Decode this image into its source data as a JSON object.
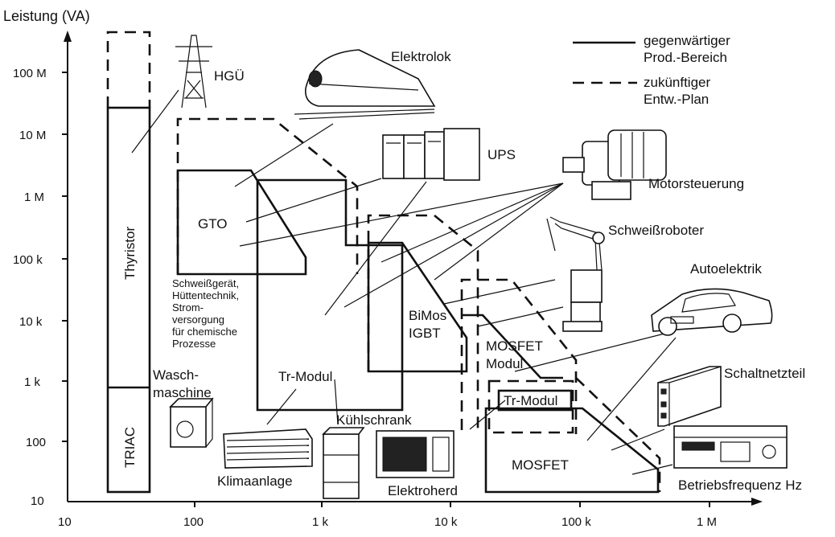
{
  "axes": {
    "y_label": "Leistung (VA)",
    "x_label": "Betriebsfrequenz Hz",
    "y_ticks": [
      "100 M",
      "10 M",
      "1 M",
      "100 k",
      "10 k",
      "1 k",
      "100",
      "10"
    ],
    "x_ticks": [
      "10",
      "100",
      "1 k",
      "10 k",
      "100 k",
      "1 M"
    ]
  },
  "legend": {
    "solid_line1": "gegenwärtiger",
    "solid_line2": "Prod.-Bereich",
    "dashed_line1": "zukünftiger",
    "dashed_line2": "Entw.-Plan"
  },
  "regions": {
    "thyristor": "Thyristor",
    "triac": "TRIAC",
    "gto": "GTO",
    "tr_modul": "Tr-Modul",
    "bimos1": "BiMos",
    "bimos2": "IGBT",
    "mosfet_modul1": "MOSFET",
    "mosfet_modul2": "Modul",
    "tr_modul_small": "Tr-Modul",
    "mosfet": "MOSFET"
  },
  "applications": {
    "hgu": "HGÜ",
    "elektrolok": "Elektrolok",
    "ups": "UPS",
    "motorsteuerung": "Motorsteuerung",
    "schweissroboter": "Schweißroboter",
    "autoelektrik": "Autoelektrik",
    "schaltnetzteil": "Schaltnetzteil",
    "waschmaschine1": "Wasch-",
    "waschmaschine2": "maschine",
    "klimaanlage": "Klimaanlage",
    "kuehlschrank": "Kühlschrank",
    "elektroherd": "Elektroherd",
    "schweiss_lines": [
      "Schweißgerät,",
      "Hüttentechnik,",
      "Strom-",
      "versorgung",
      "für chemische",
      "Prozesse"
    ]
  }
}
